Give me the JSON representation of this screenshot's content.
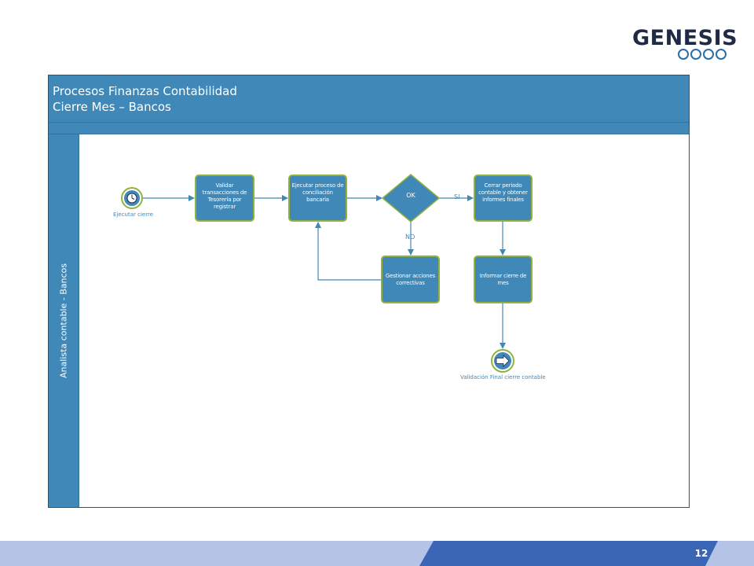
{
  "logo": {
    "text": "GENESIS"
  },
  "pool": {
    "title_line1": "Procesos Finanzas Contabilidad",
    "title_line2": "Cierre Mes – Bancos",
    "lane": "Analista contable - Bancos"
  },
  "diagram": {
    "start_event": "Ejecutar cierre",
    "tasks": {
      "validar": "Validar transacciones de Tesorería por registrar",
      "ejecutar": "Ejecutar proceso de conciliación bancaria",
      "cerrar": "Cerrar periodo contable y obtener informes finales",
      "gestionar": "Gestionar acciones correctivas",
      "informar": "Informar cierre de mes"
    },
    "gateway": "OK",
    "flow_yes": "SI",
    "flow_no": "NO",
    "end_event": "Validación Final cierre contable"
  },
  "footer": {
    "page_number": "12"
  },
  "colors": {
    "primary": "#3f88b8",
    "task_border": "#8fb33c",
    "footer_light": "#b4c3e6",
    "footer_dark": "#3a66b5"
  }
}
